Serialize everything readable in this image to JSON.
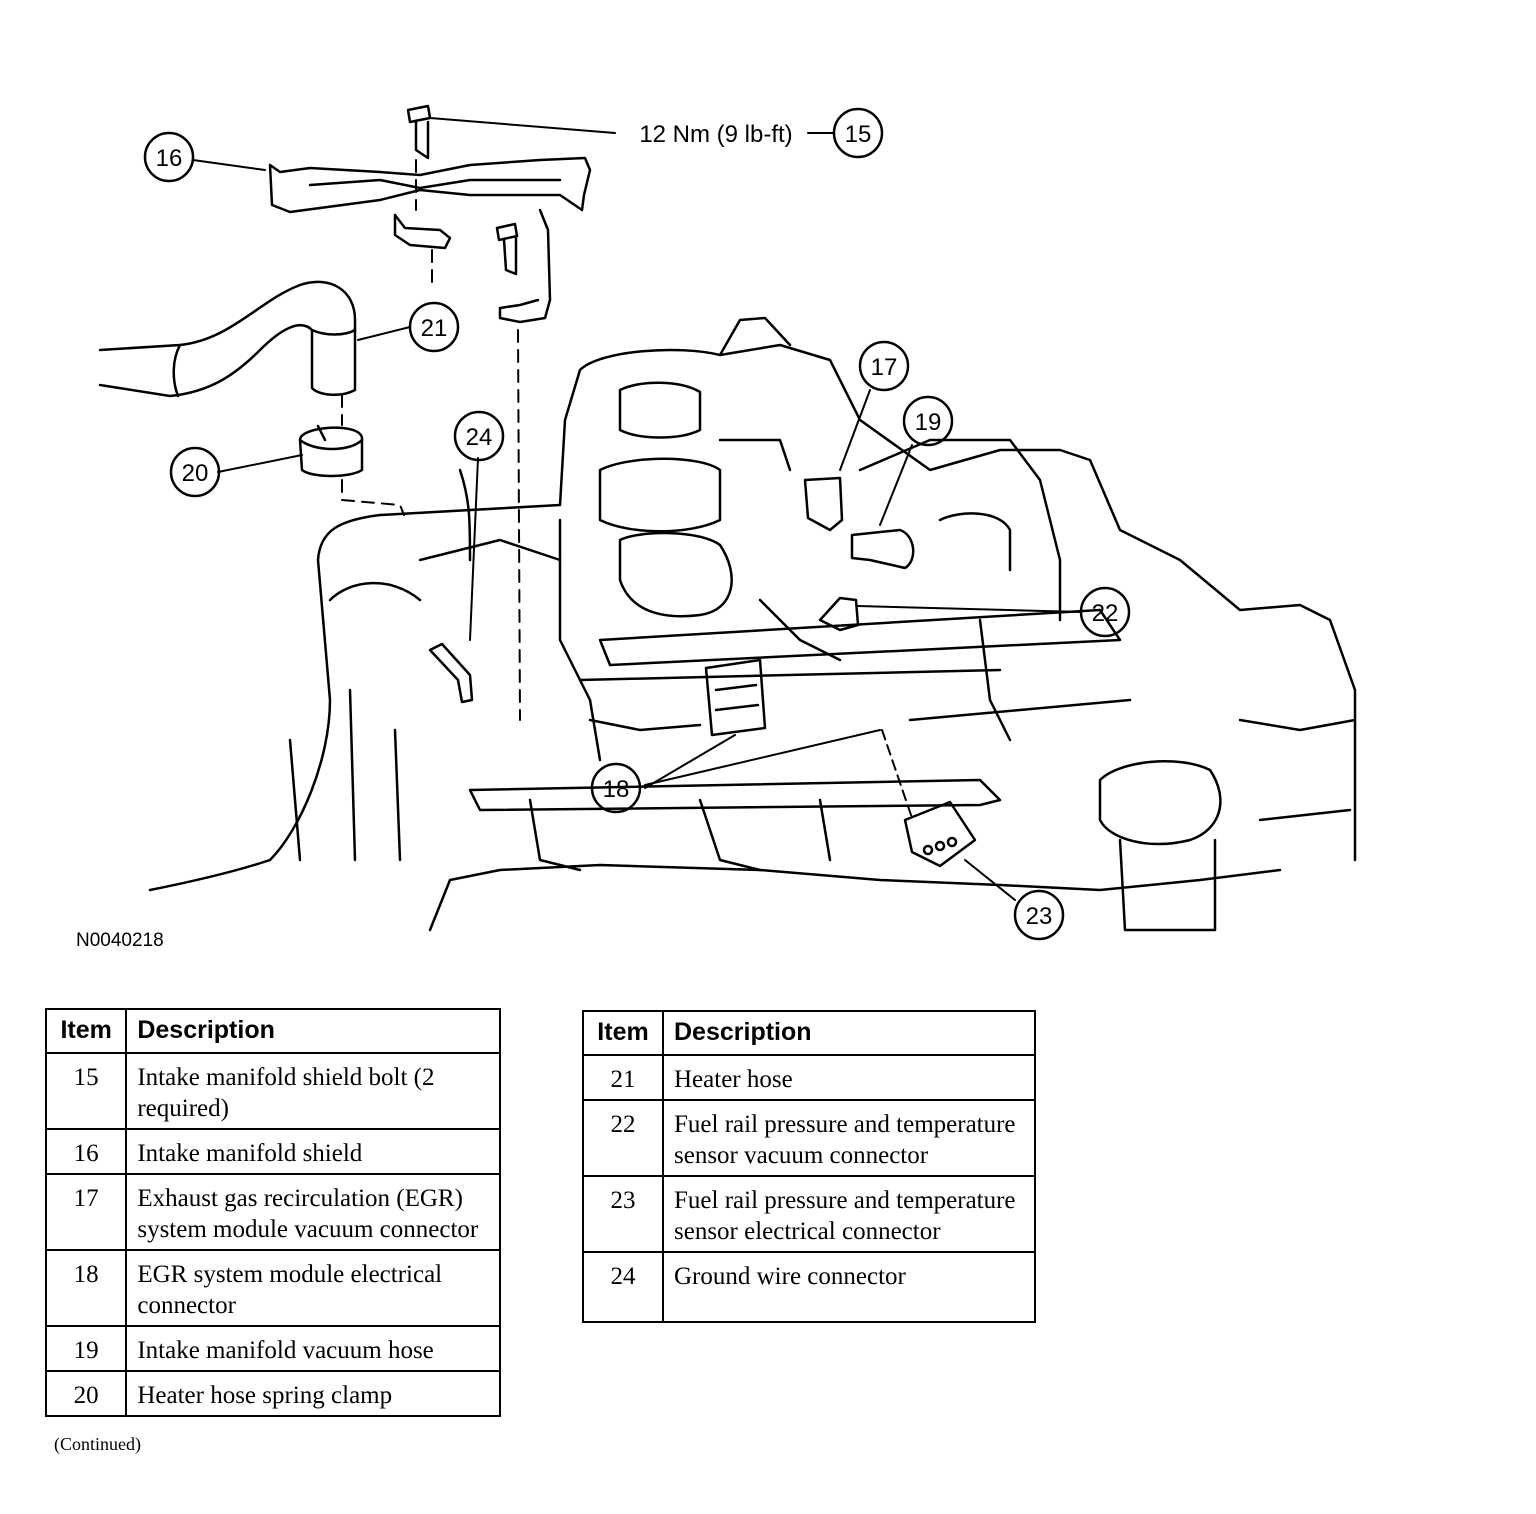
{
  "callouts": {
    "c15": "15",
    "c16": "16",
    "c17": "17",
    "c18": "18",
    "c19": "19",
    "c20": "20",
    "c21": "21",
    "c22": "22",
    "c23": "23",
    "c24": "24"
  },
  "torque_spec": "12 Nm (9 lb-ft)",
  "figure_id": "N0040218",
  "table_headers": {
    "item": "Item",
    "description": "Description"
  },
  "table_left": [
    {
      "item": "15",
      "description": "Intake manifold shield bolt (2 required)"
    },
    {
      "item": "16",
      "description": "Intake manifold shield"
    },
    {
      "item": "17",
      "description": "Exhaust gas recirculation (EGR) system module vacuum connector"
    },
    {
      "item": "18",
      "description": "EGR system module electrical connector"
    },
    {
      "item": "19",
      "description": "Intake manifold vacuum hose"
    },
    {
      "item": "20",
      "description": "Heater hose spring clamp"
    }
  ],
  "table_right": [
    {
      "item": "21",
      "description": "Heater hose"
    },
    {
      "item": "22",
      "description": "Fuel rail pressure and temperature sensor vacuum connector"
    },
    {
      "item": "23",
      "description": "Fuel rail pressure and temperature sensor electrical connector"
    },
    {
      "item": "24",
      "description": "Ground wire connector"
    }
  ],
  "continued_note": "(Continued)"
}
